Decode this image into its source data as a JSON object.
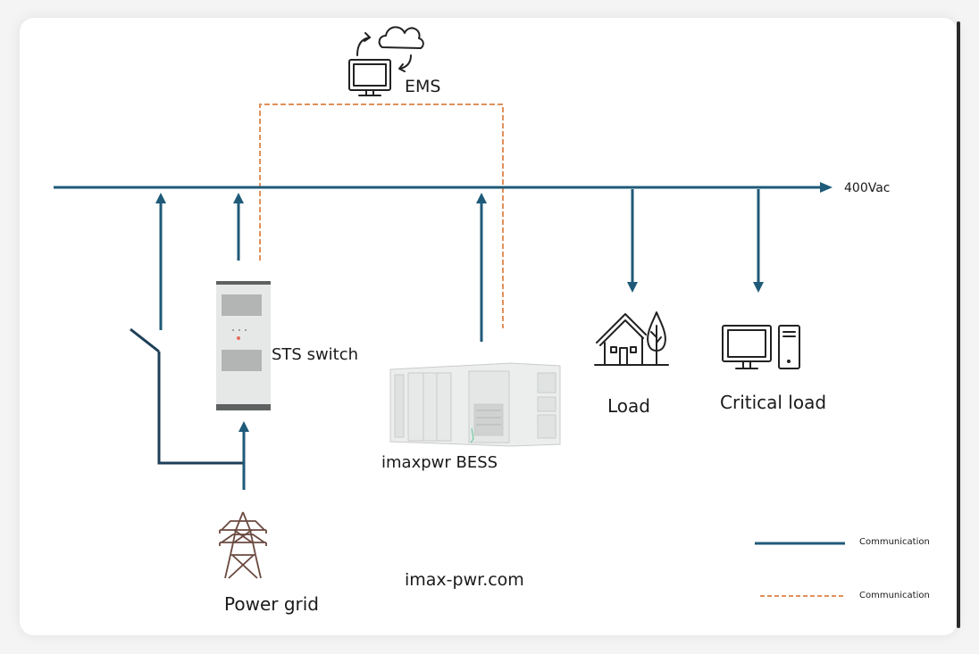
{
  "colors": {
    "power_line": "#1f5a78",
    "comm_line": "#e0905a",
    "device_body": "#e6e8e7",
    "device_panel": "#b3b5b4",
    "device_trim": "#5e6061",
    "icon_stroke": "#222222",
    "tower_stroke": "#6b4a40"
  },
  "bus": {
    "label": "400Vac"
  },
  "nodes": {
    "ems": {
      "label": "EMS",
      "icon": "computer-cloud-sync-icon"
    },
    "sts": {
      "label": "STS switch",
      "icon": "sts-cabinet-icon"
    },
    "bess": {
      "label": "imaxpwr BESS",
      "icon": "battery-container-icon"
    },
    "load": {
      "label": "Load",
      "icon": "house-tree-icon"
    },
    "critical_load": {
      "label": "Critical load",
      "icon": "desktop-computer-icon"
    },
    "grid": {
      "label": "Power grid",
      "icon": "transmission-tower-icon"
    }
  },
  "watermark": "imax-pwr.com",
  "legend": [
    {
      "style": "solid",
      "label": "Communication"
    },
    {
      "style": "dashed",
      "label": "Communication"
    }
  ]
}
